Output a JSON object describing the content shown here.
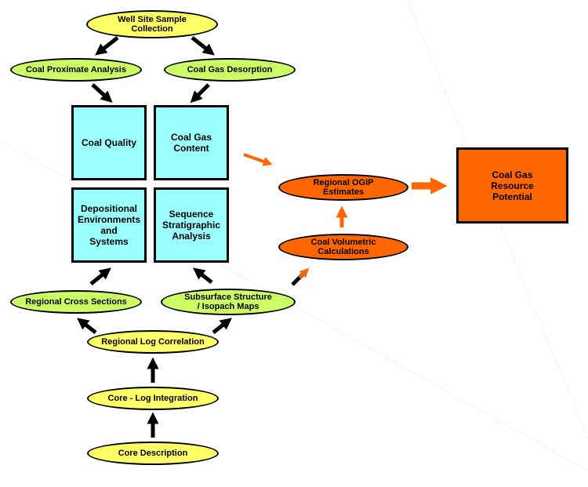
{
  "nodes": {
    "well_site": "Well Site Sample\nCollection",
    "coal_proximate": "Coal Proximate Analysis",
    "coal_gas_desorption": "Coal Gas Desorption",
    "coal_quality": "Coal Quality",
    "coal_gas_content": "Coal Gas\nContent",
    "depositional": "Depositional\nEnvironments\nand\nSystems",
    "sequence": "Sequence\nStratigraphic\nAnalysis",
    "regional_cross": "Regional Cross Sections",
    "subsurface": "Subsurface Structure\n/ Isopach Maps",
    "regional_log": "Regional Log Correlation",
    "core_log": "Core - Log Integration",
    "core_description": "Core Description",
    "regional_ogip": "Regional OGIP\nEstimates",
    "coal_volumetric": "Coal Volumetric\nCalculations",
    "resource": "Coal Gas\nResource\nPotential"
  },
  "colors": {
    "yellow": "#ffff66",
    "green": "#ccff66",
    "cyan": "#99ffff",
    "orange": "#ff6600",
    "black_arrow": "#000000"
  }
}
